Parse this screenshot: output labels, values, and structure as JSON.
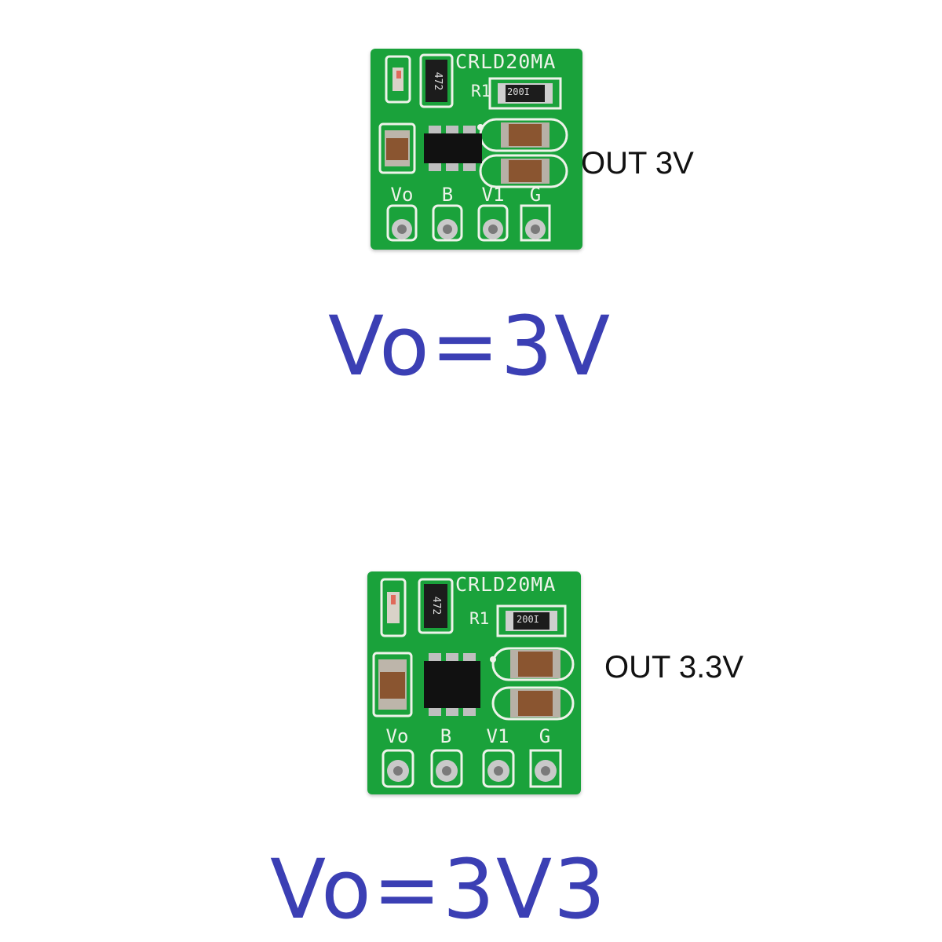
{
  "modules": [
    {
      "title": "CRLD20MA",
      "r1_label": "R1",
      "r1_code": "200I",
      "ic_code": "472",
      "pins": [
        "Vo",
        "B",
        "V1",
        "G"
      ],
      "out_label": "OUT 3V",
      "vo_label": "Vo=3V"
    },
    {
      "title": "CRLD20MA",
      "r1_label": "R1",
      "r1_code": "200I",
      "ic_code": "472",
      "pins": [
        "Vo",
        "B",
        "V1",
        "G"
      ],
      "out_label": "OUT 3.3V",
      "vo_label": "Vo=3V3"
    }
  ],
  "colors": {
    "pcb": "#1aa23b",
    "silkscreen": "#eef3ea",
    "vo_text": "#3b3fb4",
    "label_text": "#111111"
  }
}
